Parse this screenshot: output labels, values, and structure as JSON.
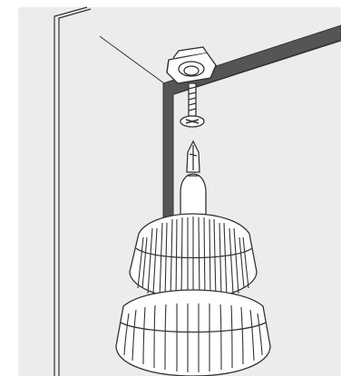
{
  "illustration": {
    "colors": {
      "background": "#ececec",
      "page": "#ffffff",
      "line": "#333333",
      "frame_fill": "#555555",
      "drill_fill": "#ffffff"
    },
    "parts": [
      {
        "name": "wall-panel",
        "icon": "panel-outline"
      },
      {
        "name": "cabinet-frame",
        "icon": "frame-corner"
      },
      {
        "name": "mounting-bracket",
        "icon": "bracket-clip"
      },
      {
        "name": "screw",
        "icon": "phillips-screw"
      },
      {
        "name": "phillips-bit",
        "icon": "screwdriver-bit"
      },
      {
        "name": "drill-chuck",
        "icon": "power-drill-chuck"
      }
    ]
  }
}
